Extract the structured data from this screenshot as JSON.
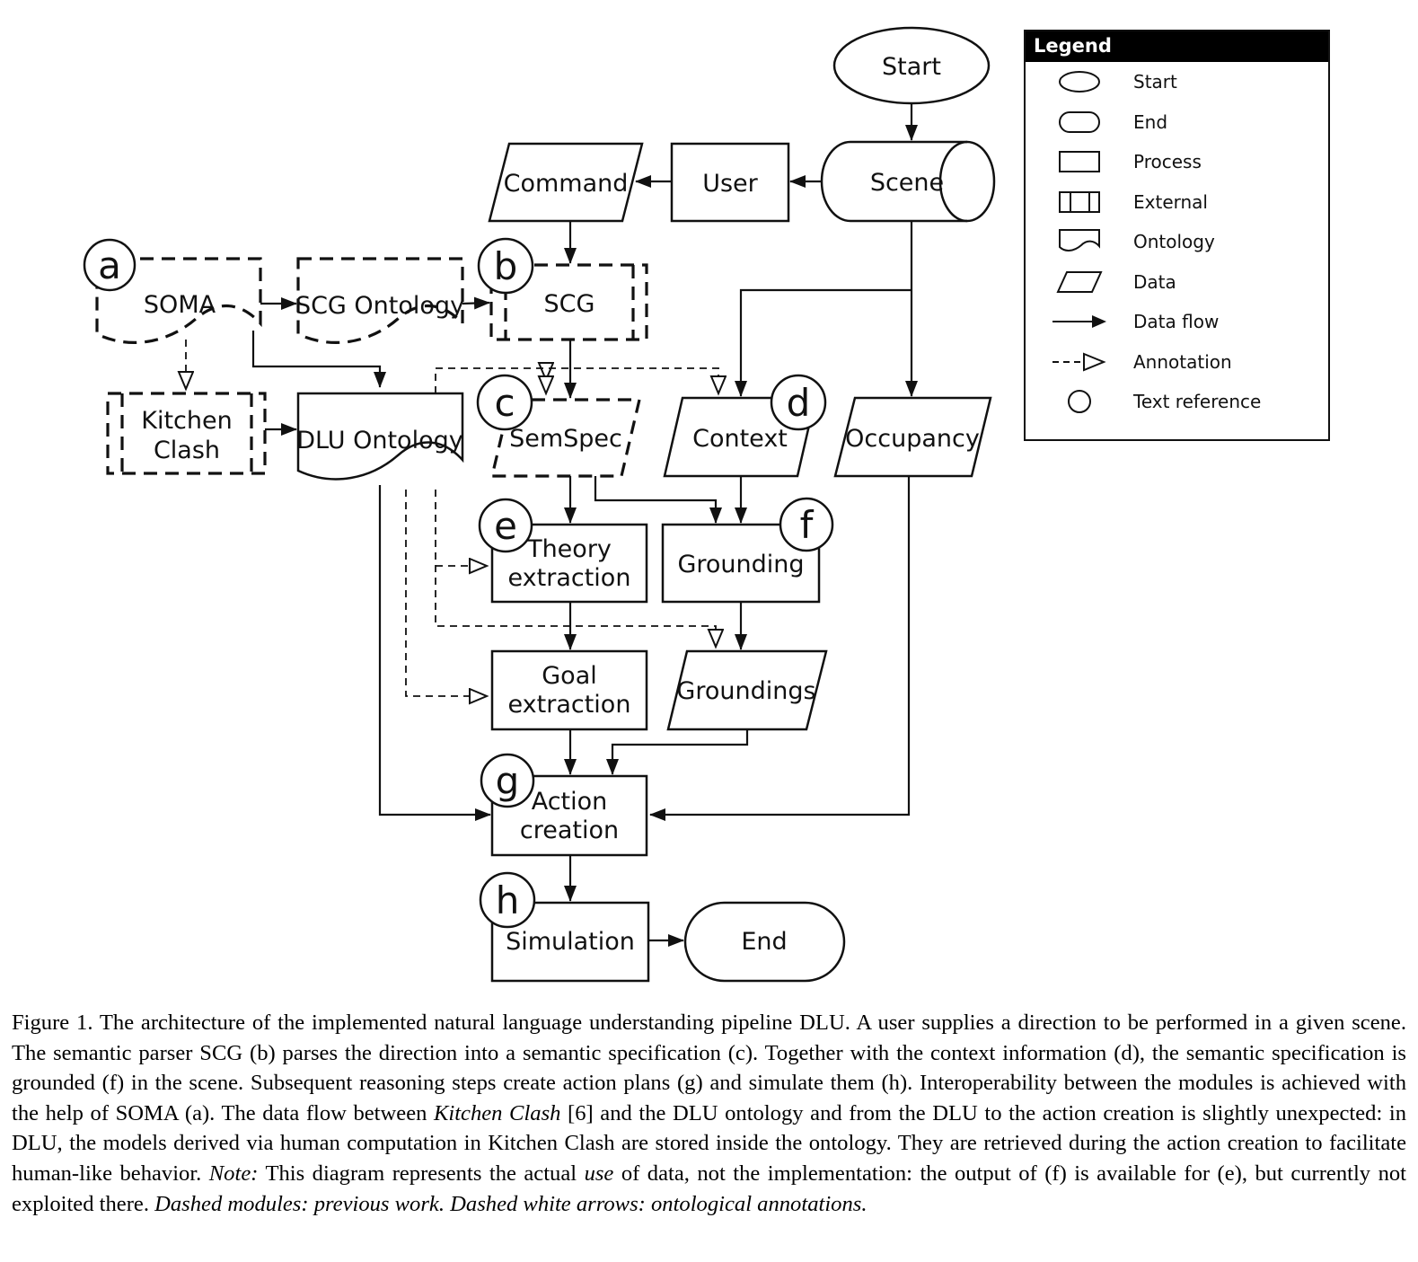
{
  "figure": {
    "nodes": {
      "start": "Start",
      "scene": "Scene",
      "user": "User",
      "command": "Command",
      "soma": "SOMA",
      "scg_ontology": "SCG Ontology",
      "scg": "SCG",
      "kitchen_clash_line1": "Kitchen",
      "kitchen_clash_line2": "Clash",
      "dlu_ontology": "DLU Ontology",
      "semspec": "SemSpec",
      "context": "Context",
      "occupancy": "Occupancy",
      "theory_line1": "Theory",
      "theory_line2": "extraction",
      "grounding": "Grounding",
      "goal_line1": "Goal",
      "goal_line2": "extraction",
      "groundings": "Groundings",
      "action_line1": "Action",
      "action_line2": "creation",
      "simulation": "Simulation",
      "end": "End"
    },
    "refs": {
      "a": "a",
      "b": "b",
      "c": "c",
      "d": "d",
      "e": "e",
      "f": "f",
      "g": "g",
      "h": "h"
    }
  },
  "legend": {
    "title": "Legend",
    "items": [
      {
        "icon": "start-ellipse-icon",
        "label": "Start"
      },
      {
        "icon": "end-stadium-icon",
        "label": "End"
      },
      {
        "icon": "process-rect-icon",
        "label": "Process"
      },
      {
        "icon": "external-rect-icon",
        "label": "External"
      },
      {
        "icon": "ontology-shape-icon",
        "label": "Ontology"
      },
      {
        "icon": "data-parallelogram-icon",
        "label": "Data"
      },
      {
        "icon": "data-flow-arrow-icon",
        "label": "Data flow"
      },
      {
        "icon": "annotation-arrow-icon",
        "label": "Annotation"
      },
      {
        "icon": "text-reference-circle-icon",
        "label": "Text reference"
      }
    ]
  },
  "caption": {
    "segments": [
      {
        "t": "Figure 1. The architecture of the implemented natural language understanding pipeline DLU. A user supplies a direction to be performed in a given scene. The semantic parser SCG (b) parses the direction into a semantic specification (c). Together with the context information (d), the semantic specification is grounded (f) in the scene. Subsequent reasoning steps create action plans (g) and simulate them (h). Interoperability between the modules is achieved with the help of SOMA (a). The data flow between "
      },
      {
        "t": "Kitchen Clash"
      },
      {
        "t": " [6] and the DLU ontology and from the DLU to the action creation is slightly unexpected: in DLU, the models derived via human computation in Kitchen Clash are stored inside the ontology. They are retrieved during the action creation to facilitate human-like behavior. "
      },
      {
        "t": "Note:"
      },
      {
        "t": " This diagram represents the actual "
      },
      {
        "t": "use"
      },
      {
        "t": " of data, not the implementation: the output of (f) is available for (e), but currently not exploited there. "
      },
      {
        "t": "Dashed modules: previous work. Dashed white arrows: ontological annotations."
      }
    ]
  },
  "colors": {
    "ink": "#111111",
    "legend_header_bg": "#000000",
    "background": "#ffffff"
  }
}
